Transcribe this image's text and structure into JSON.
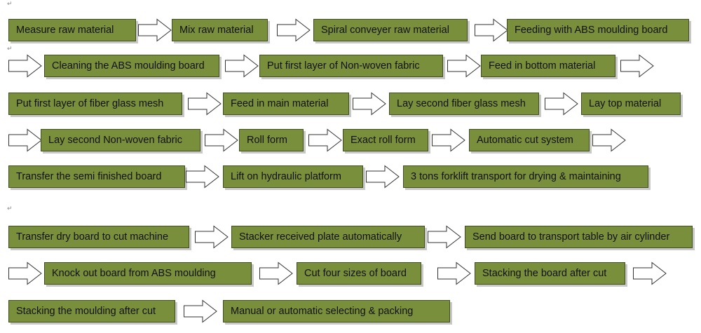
{
  "colors": {
    "box_fill": "#7a8f3c",
    "box_border": "#3f4f1f",
    "text": "#111111",
    "arrow_stroke": "#333333",
    "arrow_fill": "#ffffff"
  },
  "paragraph_mark": "↵",
  "steps": [
    "Measure raw material",
    "Mix raw material",
    "Spiral conveyer raw material",
    "Feeding with ABS moulding board",
    "Cleaning the ABS moulding board",
    "Put first layer of Non-woven fabric",
    "Feed in bottom material",
    "Put first layer of fiber glass mesh",
    "Feed in main material",
    "Lay second fiber glass mesh",
    "Lay top material",
    "Lay second Non-woven fabric",
    "Roll form",
    "Exact roll form",
    "Automatic cut system",
    "Transfer the semi finished board",
    "Lift on hydraulic platform",
    "3 tons forklift transport for drying & maintaining",
    "Transfer dry board to cut machine",
    "Stacker received plate automatically",
    "Send board to transport table by air cylinder",
    "Knock out board from ABS moulding",
    "Cut four sizes of board",
    "Stacking the board after cut",
    "Stacking the moulding after cut",
    "Manual or automatic selecting & packing"
  ]
}
